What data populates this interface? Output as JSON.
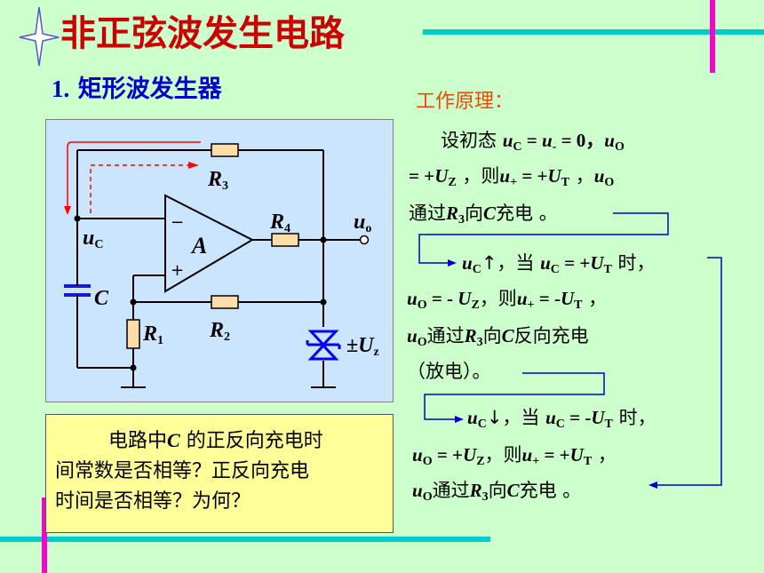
{
  "title": "非正弦波发生电路",
  "subtitle": {
    "number": "1.",
    "text": "矩形波发生器"
  },
  "principle_heading": "工作原理：",
  "circuit": {
    "labels": {
      "r3": "R",
      "r3_sub": "3",
      "r4": "R",
      "r4_sub": "4",
      "r2": "R",
      "r2_sub": "2",
      "r1": "R",
      "r1_sub": "1",
      "uc": "u",
      "uc_sub": "C",
      "uo": "u",
      "uo_sub": "o",
      "c": "C",
      "amp": "A",
      "minus": "−",
      "plus": "+",
      "pm": "±",
      "uz": "U",
      "uz_sub": "z"
    }
  },
  "principle": {
    "p1": {
      "l1_a": "设初态 ",
      "l1_u1": "u",
      "l1_s1": "C",
      "l1_eq1": " = ",
      "l1_u2": "u",
      "l1_s2": "-",
      "l1_eq2": " = 0，",
      "l1_u3": "u",
      "l1_s3": "O",
      "l2_a": "= +",
      "l2_u1": "U",
      "l2_s1": "Z",
      "l2_b": " ，则",
      "l2_u2": "u",
      "l2_s2": "+",
      "l2_c": " = +",
      "l2_u3": "U",
      "l2_s3": "T",
      "l2_d": " ，",
      "l2_u4": "u",
      "l2_s4": "O",
      "l3_a": "通过",
      "l3_r": "R",
      "l3_rs": "3",
      "l3_b": "向",
      "l3_c": "C",
      "l3_d": "充电 。"
    },
    "p2": {
      "l1_u1": "u",
      "l1_s1": "C",
      "l1_a": "↑，当 ",
      "l1_u2": "u",
      "l1_s2": "C",
      "l1_b": " = +",
      "l1_u3": "U",
      "l1_s3": "T",
      "l1_c": " 时，",
      "l2_u1": "u",
      "l2_s1": "O",
      "l2_a": " = - ",
      "l2_u2": "U",
      "l2_s2": "Z",
      "l2_b": "，则",
      "l2_u3": "u",
      "l2_s3": "+",
      "l2_c": " = -",
      "l2_u4": "U",
      "l2_s4": "T",
      "l2_d": " ，",
      "l3_u1": "u",
      "l3_s1": "O",
      "l3_a": "通过",
      "l3_r": "R",
      "l3_rs": "3",
      "l3_b": "向",
      "l3_c": "C",
      "l3_d": "反向充电",
      "l4": "（放电）。"
    },
    "p3": {
      "l1_u1": "u",
      "l1_s1": "C",
      "l1_a": "↓，当 ",
      "l1_u2": "u",
      "l1_s2": "C",
      "l1_b": " = -",
      "l1_u3": "U",
      "l1_s3": "T",
      "l1_c": " 时，",
      "l2_u1": "u",
      "l2_s1": "O",
      "l2_a": " = +",
      "l2_u2": "U",
      "l2_s2": "Z",
      "l2_b": "，则",
      "l2_u3": "u",
      "l2_s3": "+",
      "l2_c": " = +",
      "l2_u4": "U",
      "l2_s4": "T",
      "l2_d": " ，",
      "l3_u1": "u",
      "l3_s1": "O",
      "l3_a": "通过",
      "l3_r": "R",
      "l3_rs": "3",
      "l3_b": "向",
      "l3_c": "C",
      "l3_d": "充电 。"
    }
  },
  "question": {
    "l1_a": "电路中",
    "l1_c": "C",
    "l1_b": " 的正反向充电时",
    "l2": "间常数是否相等？正反向充电",
    "l3": "时间是否相等？为何？"
  },
  "colors": {
    "background": "#ccffcc",
    "title": "#cc0000",
    "subtitle": "#0000cc",
    "principle_heading": "#e64b00",
    "circuit_bg": "#cce5ff",
    "question_bg": "#ffff99",
    "accent_teal": "#00cccc",
    "accent_magenta": "#ff00cc",
    "wire": "#000000",
    "resistor_fill": "#ffdda8",
    "capacitor": "#1a1acc",
    "zener": "#0000ff",
    "arrow_red": "#ff0000",
    "flow_line": "#0000cc"
  },
  "icons": {
    "title_star": "four-point-star-icon"
  }
}
